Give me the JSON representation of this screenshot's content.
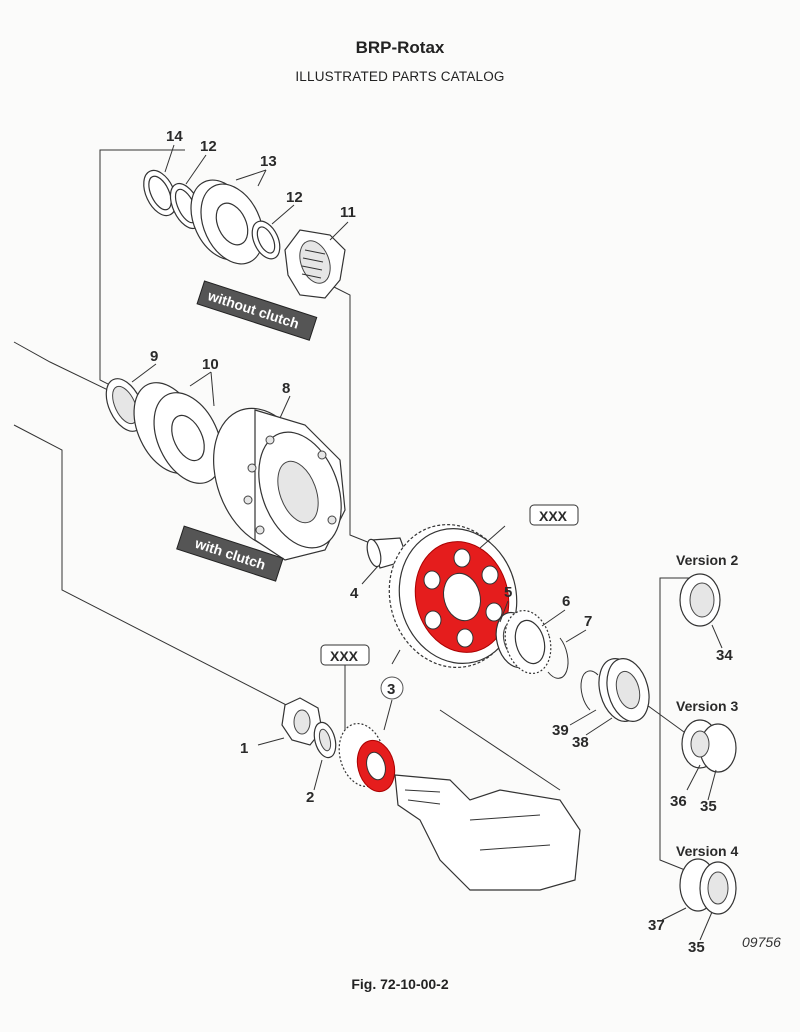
{
  "header": {
    "title": "BRP-Rotax",
    "subtitle": "ILLUSTRATED PARTS CATALOG"
  },
  "callouts": {
    "c1": "1",
    "c2": "2",
    "c3": "3",
    "c4": "4",
    "c5": "5",
    "c6": "6",
    "c7": "7",
    "c8": "8",
    "c9": "9",
    "c10": "10",
    "c11": "11",
    "c12a": "12",
    "c12b": "12",
    "c13": "13",
    "c14": "14",
    "c34": "34",
    "c35a": "35",
    "c35b": "35",
    "c36": "36",
    "c37": "37",
    "c38": "38",
    "c39": "39"
  },
  "tags": {
    "without_clutch": "without clutch",
    "with_clutch": "with clutch",
    "xxx_gear": "XXX",
    "xxx_sprocket": "XXX"
  },
  "versions": {
    "v2": "Version 2",
    "v3": "Version 3",
    "v4": "Version 4"
  },
  "drawing_number": "09756",
  "figure_caption": "Fig. 72-10-00-2",
  "colors": {
    "highlight": "#e51d1d",
    "line": "#333333",
    "tag_fill": "#555555"
  }
}
